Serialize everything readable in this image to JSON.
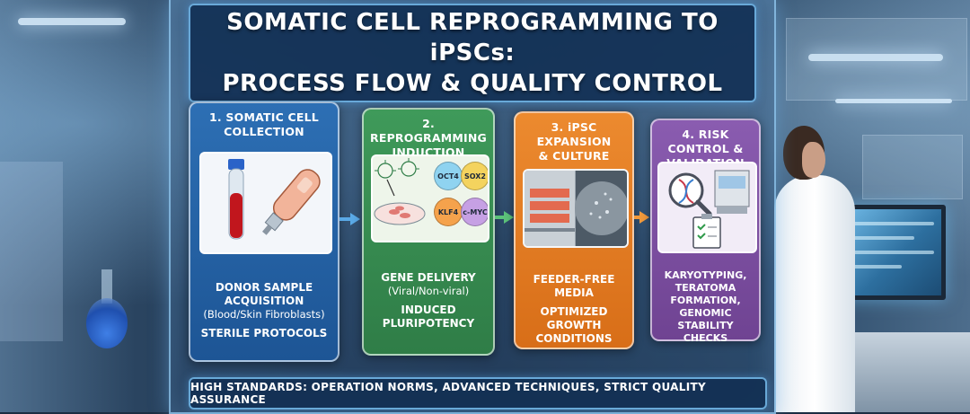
{
  "title": {
    "line1": "SOMATIC CELL REPROGRAMMING TO iPSCs:",
    "line2": "PROCESS FLOW & QUALITY CONTROL"
  },
  "steps": [
    {
      "title_line1": "1. SOMATIC CELL",
      "title_line2": "COLLECTION",
      "text": [
        "DONOR SAMPLE",
        "ACQUISITION",
        "(Blood/Skin Fibroblasts)",
        "STERILE PROTOCOLS"
      ]
    },
    {
      "title_line1": "2. REPROGRAMMING",
      "title_line2": "INDUCTION",
      "factors": [
        "OCT4",
        "SOX2",
        "KLF4",
        "c-MYC"
      ],
      "text": [
        "GENE DELIVERY",
        "(Viral/Non-viral)",
        "INDUCED",
        "PLURIPOTENCY"
      ]
    },
    {
      "title_line1": "3. iPSC EXPANSION",
      "title_line2": "& CULTURE",
      "text": [
        "FEEDER-FREE MEDIA",
        "OPTIMIZED GROWTH",
        "CONDITIONS"
      ]
    },
    {
      "title_line1": "4. RISK CONTROL &",
      "title_line2": "VALIDATION",
      "text": [
        "KARYOTYPING,",
        "TERATOMA FORMATION,",
        "GENOMIC STABILITY",
        "CHECKS"
      ]
    }
  ],
  "footer": "HIGH STANDARDS: OPERATION NORMS, ADVANCED TECHNIQUES, STRICT QUALITY ASSURANCE",
  "colors": {
    "step1": "#2d6fb4",
    "step2": "#3f9a5a",
    "step3": "#ec8a2f",
    "step4": "#8a5cb0",
    "panel_border": "#96cdf5"
  }
}
